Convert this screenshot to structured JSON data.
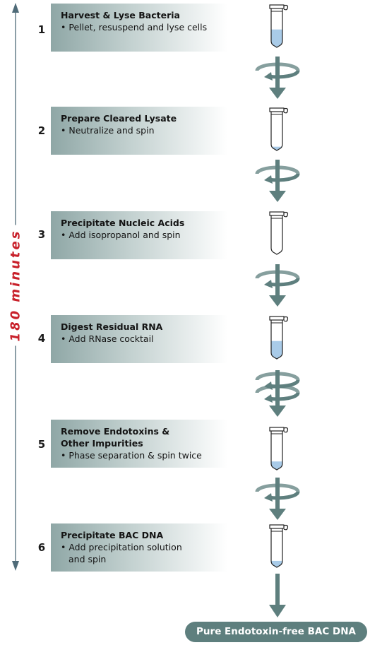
{
  "timeline": {
    "label": "180 minutes",
    "color": "#c8202a"
  },
  "steps": [
    {
      "number": "1",
      "title": "Harvest & Lyse Bacteria",
      "detail": "• Pellet, resuspend and lyse cells",
      "fill_level": 0.45,
      "spin": "single"
    },
    {
      "number": "2",
      "title": "Prepare Cleared Lysate",
      "detail": "• Neutralize and spin",
      "fill_level": 0.08,
      "spin": "single"
    },
    {
      "number": "3",
      "title": "Precipitate Nucleic Acids",
      "detail": "• Add isopropanol and spin",
      "fill_level": 0.0,
      "spin": "single"
    },
    {
      "number": "4",
      "title": "Digest Residual RNA",
      "detail": "• Add RNase cocktail",
      "fill_level": 0.45,
      "spin": "double"
    },
    {
      "number": "5",
      "title": "Remove Endotoxins &\nOther Impurities",
      "detail": "• Phase separation & spin twice",
      "fill_level": 0.2,
      "spin": "single"
    },
    {
      "number": "6",
      "title": "Precipitate BAC DNA",
      "detail": "• Add precipitation solution\nand spin",
      "fill_level": 0.15,
      "spin": "none"
    }
  ],
  "result": {
    "label": "Pure Endotoxin-free BAC DNA"
  },
  "colors": {
    "accent": "#5e7f7e",
    "liquid": "#a9cbe8",
    "box_dark": "#8fa7a6"
  }
}
